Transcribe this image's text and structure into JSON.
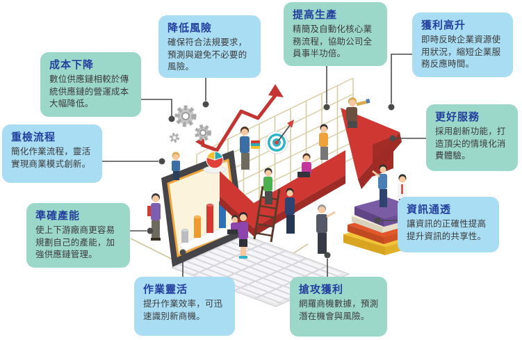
{
  "page": {
    "background": "#ffffff",
    "type": "digital-supply-chain-benefits-infographic"
  },
  "colors": {
    "teal_box": "#9cd8c9",
    "blue_box": "#a8ddf3",
    "title_text": "#24409e",
    "body_text": "#3c3c3c",
    "connector": "#4a4a4a",
    "arrow_red": "#cf3732",
    "arrow_red_dark": "#9e2b26",
    "grid_tan": "#d7cda1"
  },
  "boxes": [
    {
      "id": "cost-down",
      "style": "teal",
      "title": "成本下降",
      "body": "數位供應鏈相較於傳統供應鏈的營運成本大幅降低。"
    },
    {
      "id": "risk-down",
      "style": "blue",
      "title": "降低風險",
      "body": "確保符合法規要求，預測與避免不必要的風險。"
    },
    {
      "id": "production-up",
      "style": "teal",
      "title": "提高生產",
      "body": "精簡及自動化核心業務流程，協助公司全員事半功倍。"
    },
    {
      "id": "profit-up",
      "style": "blue",
      "title": "獲利高升",
      "body": "即時反映企業資源使用狀況，縮短企業服務反應時間。"
    },
    {
      "id": "process-review",
      "style": "blue",
      "title": "重檢流程",
      "body": "簡化作業流程，靈活實現商業模式創新。"
    },
    {
      "id": "capacity",
      "style": "teal",
      "title": "準確產能",
      "body": "使上下游廠商更容易規劃自己的產能，加強供應鏈管理。"
    },
    {
      "id": "better-service",
      "style": "teal",
      "title": "更好服務",
      "body": "採用創新功能，打造頂尖的情境化消費體驗。"
    },
    {
      "id": "info-transparency",
      "style": "blue",
      "title": "資訊通透",
      "body": "讓資訊的正確性提高提升資訊的共享性。"
    },
    {
      "id": "flexible-ops",
      "style": "blue",
      "title": "作業靈活",
      "body": "提升作業效率，可迅速識別新商機。"
    },
    {
      "id": "seize-profit",
      "style": "teal",
      "title": "搶攻獲利",
      "body": "網羅商機數據，預測潛在機會與風險。"
    }
  ],
  "illustration": {
    "icons": [
      "gears-icon",
      "growth-grid",
      "trend-line-up-icon",
      "target-dart-icon",
      "laptop-icon",
      "bar-chart-icon",
      "pie-chart-icon",
      "growth-arrow-icon",
      "ladder-icon",
      "books-stack-icon",
      "telescope-icon",
      "climbing-people"
    ]
  }
}
